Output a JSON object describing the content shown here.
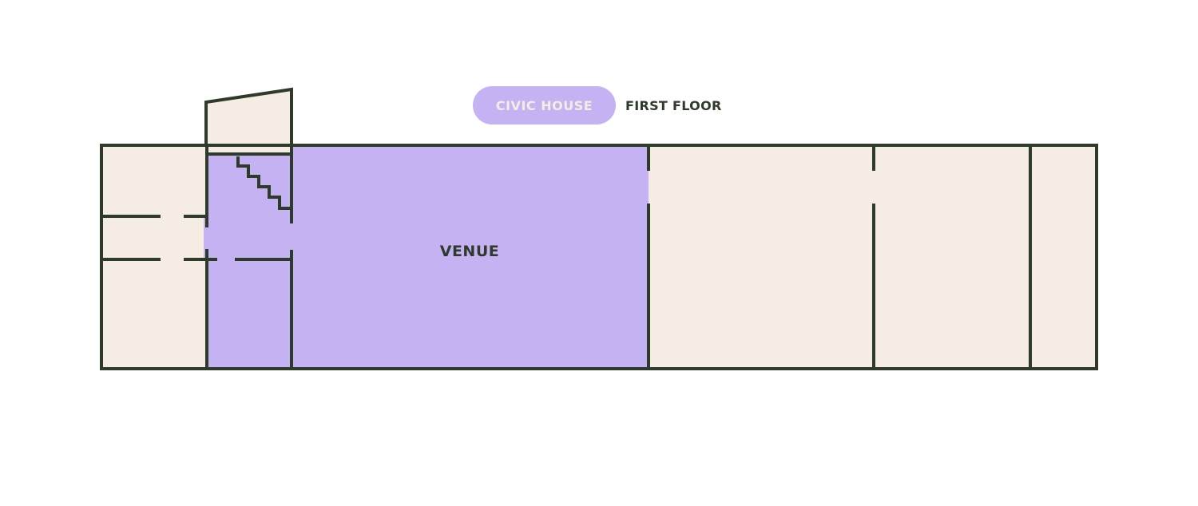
{
  "header": {
    "building_name": "CIVIC HOUSE",
    "floor_label": "FIRST FLOOR"
  },
  "rooms": {
    "venue_label": "VENUE"
  },
  "colors": {
    "wall": "#2e3a2a",
    "highlight": "#c5b2f2",
    "room_fill": "#f5ede4",
    "pill_text": "#f5ede4",
    "background": "#ffffff"
  }
}
